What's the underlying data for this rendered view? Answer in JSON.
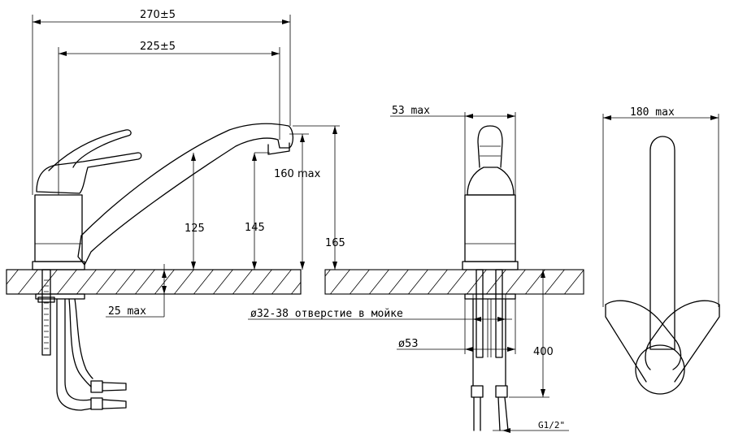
{
  "dimensions": {
    "total_length": "270±5",
    "spout_reach": "225±5",
    "lever_height": "160 max",
    "height_125": "125",
    "height_145": "145",
    "height_165": "165",
    "counter_thickness": "25 max",
    "body_width": "53 max",
    "hole_diameter": "ø32-38 отверстие в мойке",
    "base_diameter": "ø53",
    "hose_length": "400",
    "thread": "G1/2\"",
    "swivel_width": "180 max"
  }
}
